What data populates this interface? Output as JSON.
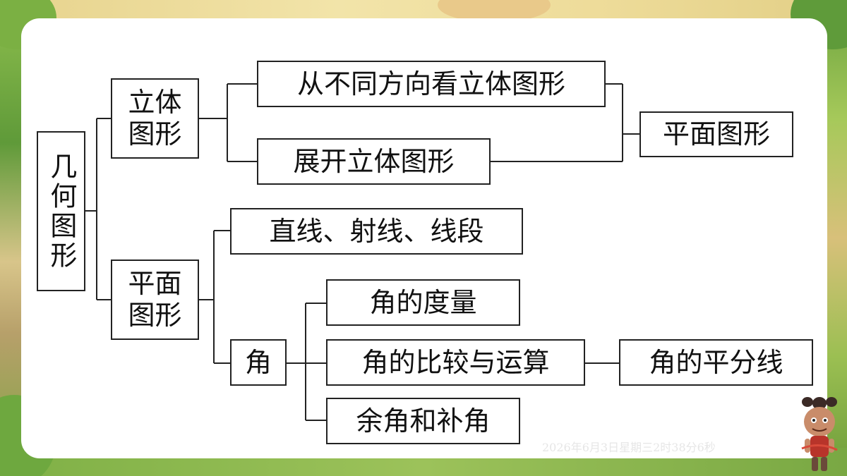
{
  "nodes": {
    "root": "几何图形",
    "solid": "立体图形",
    "plane": "平面图形",
    "views": "从不同方向看立体图形",
    "unfold": "展开立体图形",
    "plane_result": "平面图形",
    "lines": "直线、射线、线段",
    "angle": "角",
    "measure": "角的度量",
    "compare": "角的比较与运算",
    "bisector": "角的平分线",
    "complement": "余角和补角"
  },
  "timestamp": "2026年6月3日星期三2时38分6秒",
  "colors": {
    "border": "#222222",
    "card": "#ffffff",
    "timestamp": "#e6e6e6"
  },
  "icons": [
    "nezha-character-icon"
  ]
}
